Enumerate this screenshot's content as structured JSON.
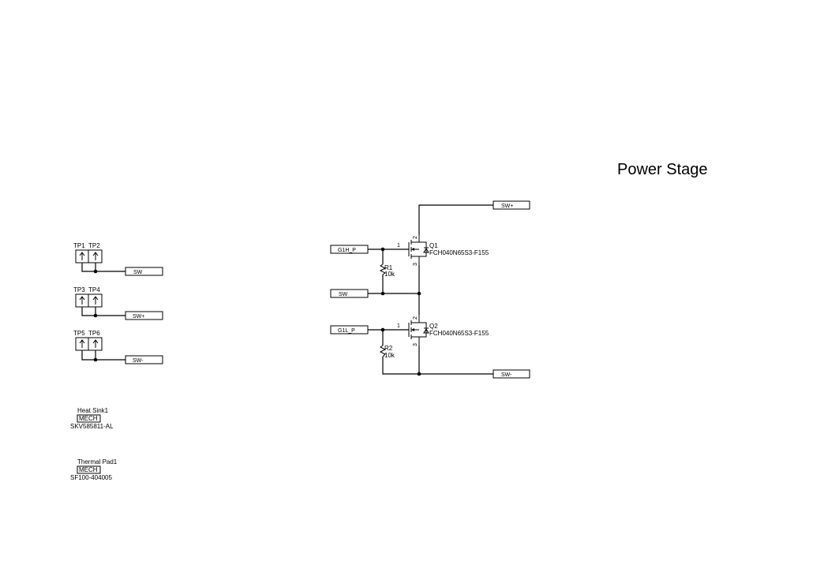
{
  "sheet_title": "Power Stage",
  "test_points": [
    {
      "a": "TP1",
      "b": "TP2",
      "net": "SW"
    },
    {
      "a": "TP3",
      "b": "TP4",
      "net": "SW+"
    },
    {
      "a": "TP5",
      "b": "TP6",
      "net": "SW-"
    }
  ],
  "mech": [
    {
      "name": "Heat Sink1",
      "tag": "MECH",
      "part": "SKV585811-AL"
    },
    {
      "name": "Thermal Pad1",
      "tag": "MECH",
      "part": "SF100-404005"
    }
  ],
  "mosfets": [
    {
      "ref": "Q1",
      "part": "FCH040N65S3-F155",
      "gate_net": "G1H_P",
      "pin_gate": "1",
      "pin_drain": "2",
      "pin_source": "3"
    },
    {
      "ref": "Q2",
      "part": "FCH040N65S3-F155",
      "gate_net": "G1L_P",
      "pin_gate": "1",
      "pin_drain": "2",
      "pin_source": "3"
    }
  ],
  "resistors": [
    {
      "ref": "R1",
      "value": "10k"
    },
    {
      "ref": "R2",
      "value": "10k"
    }
  ],
  "nets": {
    "top": "SW+",
    "mid": "SW",
    "bottom": "SW-"
  }
}
